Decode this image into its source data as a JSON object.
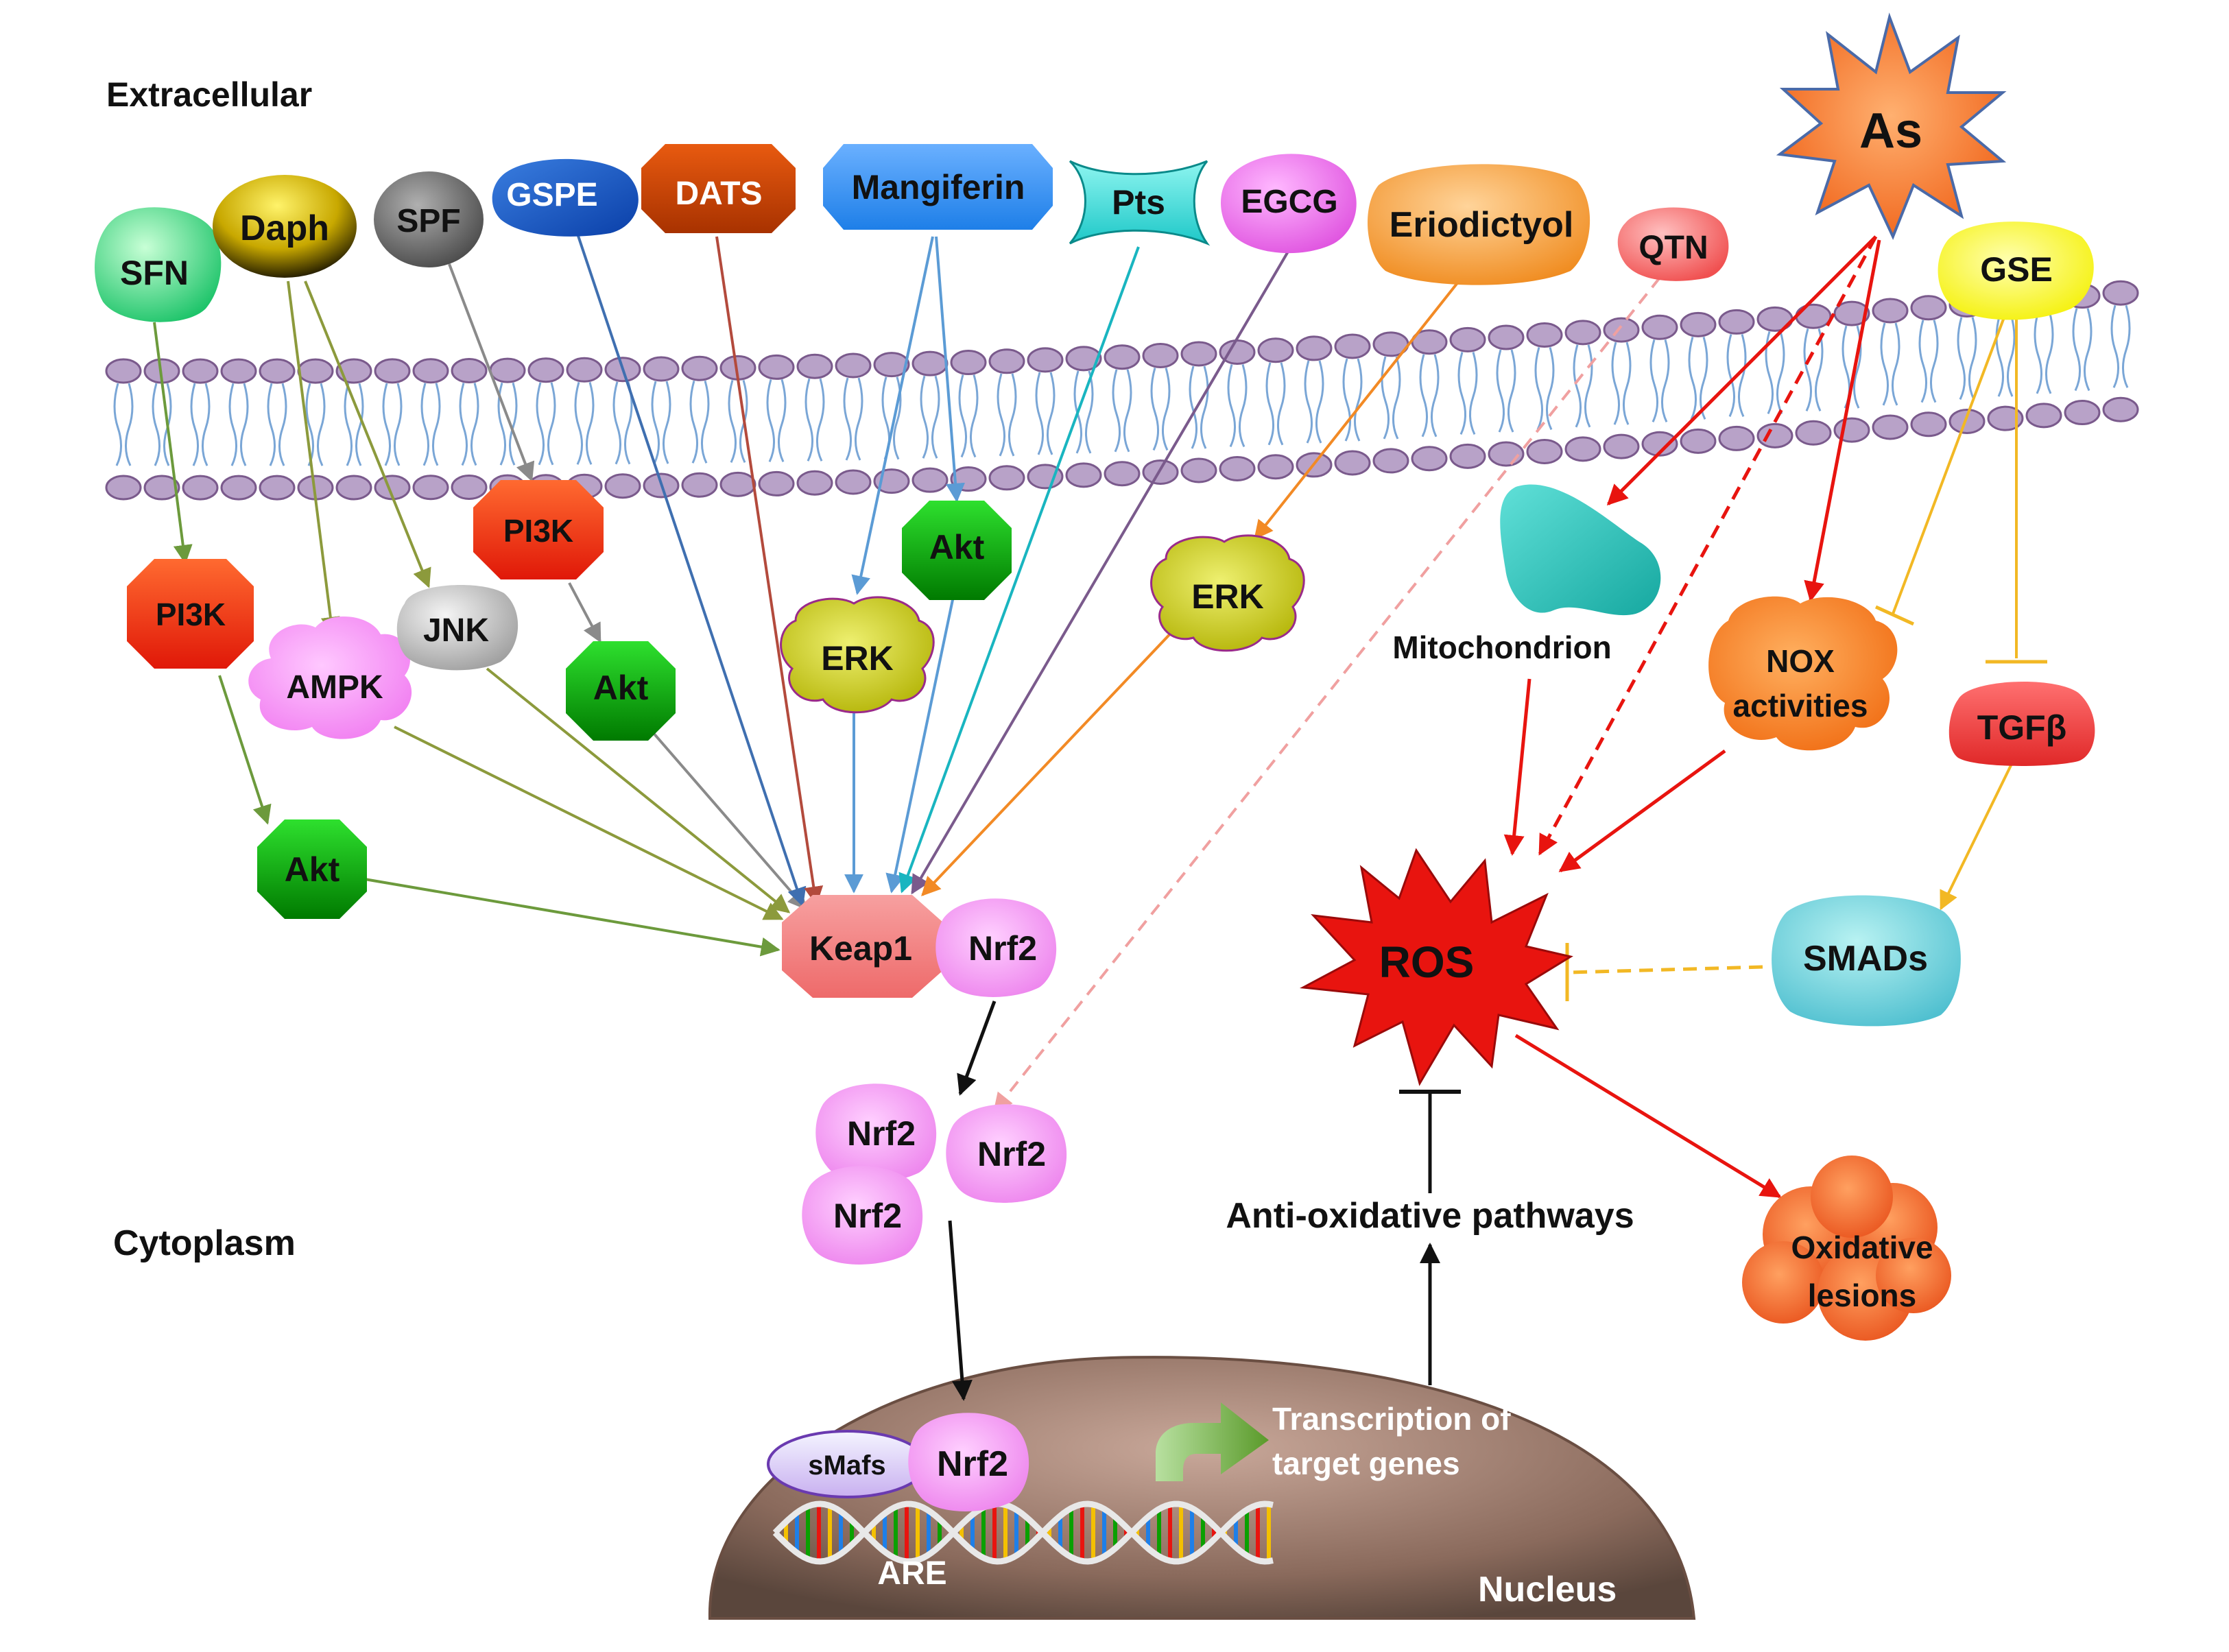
{
  "regions": {
    "extracellular": "Extracellular",
    "cytoplasm": "Cytoplasm",
    "nucleus": "Nucleus"
  },
  "compounds": {
    "sfn": "SFN",
    "daph": "Daph",
    "spf": "SPF",
    "gspe": "GSPE",
    "dats": "DATS",
    "mangiferin": "Mangiferin",
    "pts": "Pts",
    "egcg": "EGCG",
    "eriodictyol": "Eriodictyol",
    "qtn": "QTN",
    "as": "As",
    "gse": "GSE"
  },
  "signaling": {
    "pi3k_left": "PI3K",
    "akt_left": "Akt",
    "ampk": "AMPK",
    "jnk": "JNK",
    "pi3k_mid": "PI3K",
    "akt_mid": "Akt",
    "erk_left": "ERK",
    "akt_right": "Akt",
    "erk_right": "ERK",
    "tgfb": "TGFβ",
    "smads": "SMADs"
  },
  "core": {
    "keap1": "Keap1",
    "nrf2_bound": "Nrf2",
    "nrf2_a": "Nrf2",
    "nrf2_b": "Nrf2",
    "nrf2_c": "Nrf2",
    "nrf2_nuclear": "Nrf2",
    "smafs": "sMafs",
    "are": "ARE"
  },
  "stress": {
    "mitochondrion": "Mitochondrion",
    "nox_line1": "NOX",
    "nox_line2": "activities",
    "ros": "ROS",
    "lesions_line1": "Oxidative",
    "lesions_line2": "lesions"
  },
  "labels": {
    "anti_oxidative": "Anti-oxidative pathways",
    "transcription_line1": "Transcription of",
    "transcription_line2": "target genes"
  },
  "colors": {
    "ros_red": "#e8140f",
    "keap1": "#f28b8b",
    "nrf2": "#f29cf0",
    "akt_green": "#0aa000",
    "erk_yellow": "#c8c800",
    "as_orange": "#f47a20"
  }
}
